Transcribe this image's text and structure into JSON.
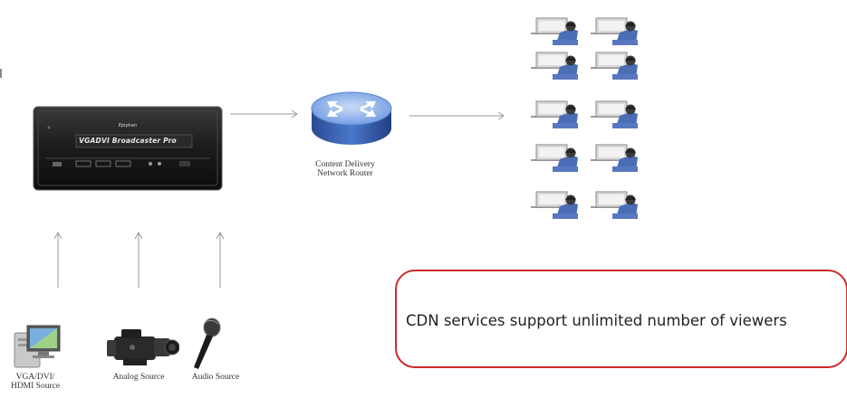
{
  "device": {
    "logo_text": "Epiphan",
    "name": "VGADVI Broadcaster Pro"
  },
  "router": {
    "label_line1": "Content Delivery",
    "label_line2": "Network Router"
  },
  "sources": {
    "vga_line1": "VGA/DVI/",
    "vga_line2": "HDMI Source",
    "analog": "Analog Source",
    "audio": "Audio Source"
  },
  "callout": {
    "text": "CDN services support unlimited number of viewers"
  },
  "icons": {
    "router": "router-icon",
    "viewer": "viewer-laptop-icon",
    "computer": "computer-source-icon",
    "camera": "video-camera-icon",
    "microphone": "microphone-icon"
  },
  "colors": {
    "callout_border": "#cc2a2a",
    "router_top": "#8ab4ea",
    "router_side": "#3d64b8",
    "arrow": "#999999"
  }
}
